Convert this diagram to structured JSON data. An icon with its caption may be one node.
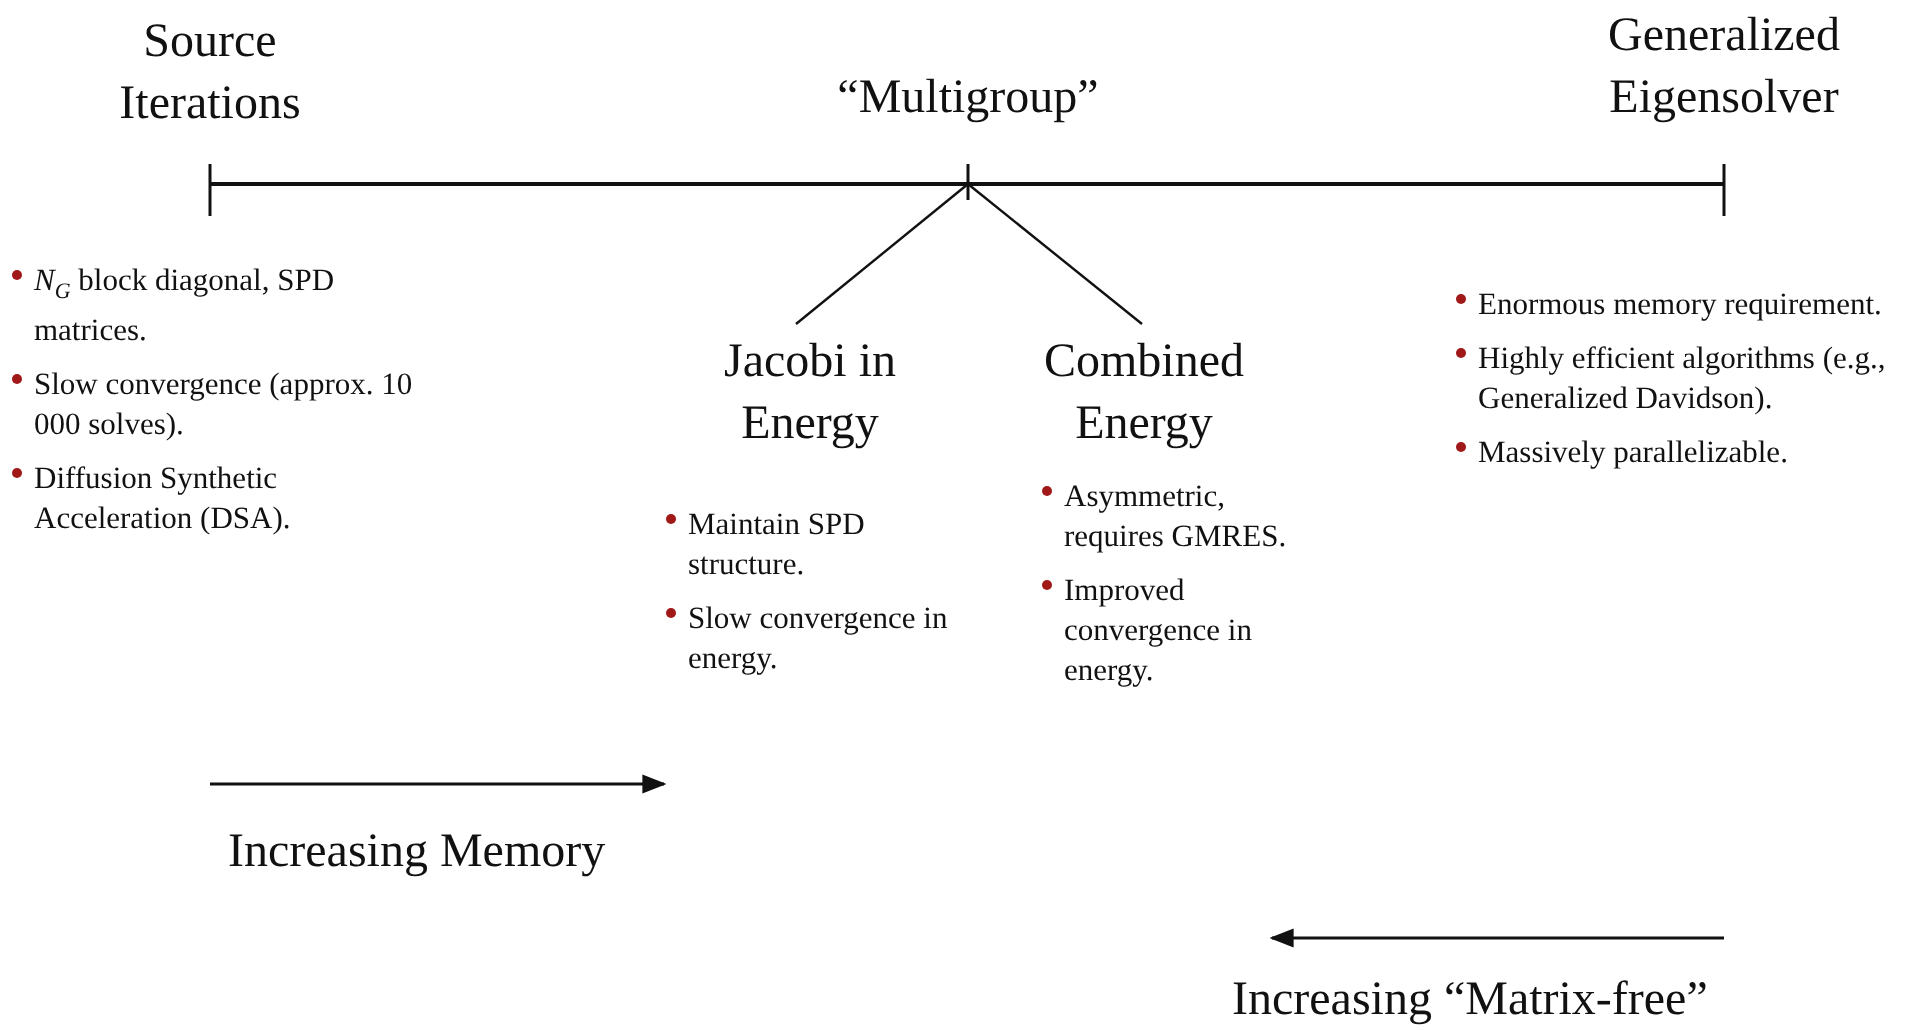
{
  "diagram": {
    "nodes": [
      {
        "text": [
          "Source Iterations"
        ],
        "beside": [
          "*N*$_{G}$ block diagonal, SPD matrices.",
          "Slow convergence (approx. 10 000 solves).",
          "Diffusion Synthetic Acceleration (DSA)."
        ]
      },
      {
        "text": [
          "“Multigroup”"
        ]
      },
      {
        "text": [
          "Generalized Eigensolver"
        ],
        "beside": [
          "Enormous memory requirement.",
          "Highly efficient algorithms (e.g., Generalized Davidson).",
          "Massively parallelizable."
        ]
      },
      {
        "text": [
          "Jacobi in Energy"
        ],
        "beside": [
          "Maintain SPD structure.",
          "Slow convergence in energy."
        ]
      },
      {
        "text": [
          "Combined Energy"
        ],
        "beside": [
          "Asymmetric, requires GMRES.",
          "Improved convergence in energy."
        ]
      }
    ],
    "edges": [
      {
        "from": 1,
        "to": 3,
        "arrow": "none"
      },
      {
        "from": 1,
        "to": 4,
        "arrow": "none"
      }
    ],
    "labels": [
      "Increasing Memory",
      "Increasing “Matrix-free”"
    ]
  }
}
